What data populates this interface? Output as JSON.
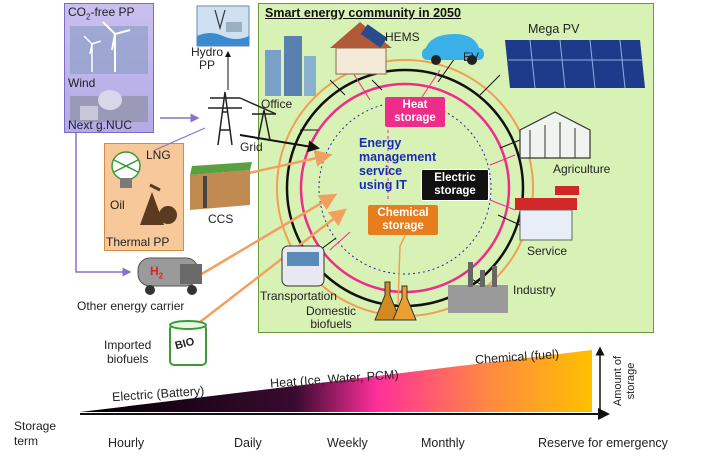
{
  "community": {
    "title": "Smart energy community in 2050",
    "center_text": [
      "Energy",
      "management",
      "service",
      "using IT"
    ],
    "heat_storage": [
      "Heat",
      "storage"
    ],
    "electric_storage": [
      "Electric",
      "storage"
    ],
    "chemical_storage": [
      "Chemical",
      "storage"
    ],
    "nodes": {
      "hems": "HEMS",
      "ev": "EV",
      "mega_pv": "Mega PV",
      "office": "Office",
      "agriculture": "Agriculture",
      "service": "Service",
      "industry": "Industry",
      "transportation": "Transportation",
      "domestic_biofuels": [
        "Domestic",
        "biofuels"
      ]
    }
  },
  "supply": {
    "co2_free_pp": {
      "prefix": "CO",
      "sub": "2",
      "suffix": "-free PP"
    },
    "wind": "Wind",
    "next_nuc": "Next g.NUC",
    "hydro": [
      "Hydro",
      "PP"
    ],
    "grid": "Grid",
    "lng": "LNG",
    "oil": "Oil",
    "thermal_pp": "Thermal PP",
    "ccs": "CCS",
    "h2": {
      "main": "H",
      "sub": "2"
    },
    "other_carrier": "Other energy carrier",
    "imported_biofuels": [
      "Imported",
      "biofuels"
    ],
    "bio_label": "BIO"
  },
  "storage_bar": {
    "electric": "Electric  (Battery)",
    "heat": "Heat (Ice, Water, PCM)",
    "chemical": "Chemical (fuel)",
    "amount": [
      "Amount of",
      "storage"
    ],
    "storage_term": [
      "Storage",
      "term"
    ],
    "terms": [
      "Hourly",
      "Daily",
      "Weekly",
      "Monthly",
      "Reserve for emergency"
    ]
  },
  "colors": {
    "community_bg": "#d8f2b6",
    "pp_box": "#b4aae6",
    "thermal_box": "#f6c89a",
    "heat_ring": "#ee2d8a",
    "outer_ring": "#f0a050",
    "heat_pill": "#ee2d8a",
    "electric_pill": "#111111",
    "chemical_pill": "#e87d1e",
    "center_text": "#1a2bb8"
  }
}
